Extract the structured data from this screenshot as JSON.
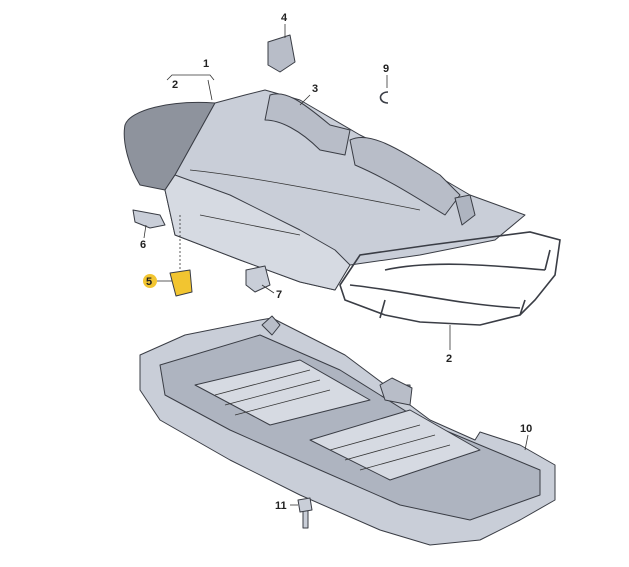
{
  "diagram": {
    "callouts": [
      {
        "id": "1",
        "part": "seat-cushion"
      },
      {
        "id": "2",
        "part": "cushion-cover"
      },
      {
        "id": "3",
        "part": "cushion-padding"
      },
      {
        "id": "4",
        "part": "clip-top"
      },
      {
        "id": "5",
        "part": "highlighted-clip",
        "highlight": true
      },
      {
        "id": "6",
        "part": "bracket"
      },
      {
        "id": "7",
        "part": "retainer"
      },
      {
        "id": "2",
        "part": "wire-frame"
      },
      {
        "id": "9",
        "part": "hook"
      },
      {
        "id": "10",
        "part": "seat-tray"
      },
      {
        "id": "11",
        "part": "bolt"
      }
    ],
    "colors": {
      "part_fill": "#c9ced8",
      "part_shade": "#aeb4c0",
      "highlight": "#f2c530",
      "line": "#3a3d45"
    }
  }
}
